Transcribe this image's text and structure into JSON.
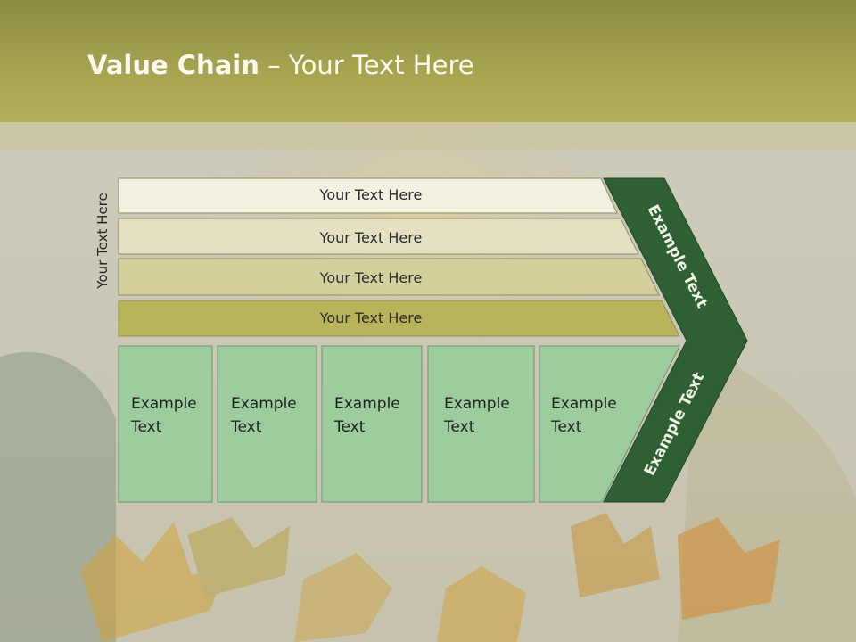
{
  "slide": {
    "title_bold": "Value Chain",
    "title_rest": " – Your Text Here",
    "vertical_label": "Your Text Here",
    "rows": [
      "Your Text Here",
      "Your Text Here",
      "Your Text Here",
      "Your Text Here"
    ],
    "columns": [
      {
        "line1": "Example",
        "line2": "Text"
      },
      {
        "line1": "Example",
        "line2": "Text"
      },
      {
        "line1": "Example",
        "line2": "Text"
      },
      {
        "line1": "Example",
        "line2": "Text"
      },
      {
        "line1": "Example",
        "line2": "Text"
      }
    ],
    "chevron_top_label": "Example Text",
    "chevron_bottom_label": "Example Text"
  },
  "colors": {
    "header": "#a5a34f",
    "row1": "#f1f0e1",
    "row2": "#e3e1c2",
    "row3": "#d3d09d",
    "row4": "#b7b45a",
    "column": "#9ccd9d",
    "chevron": "#2f6033",
    "title_text": "#fbfaee"
  }
}
